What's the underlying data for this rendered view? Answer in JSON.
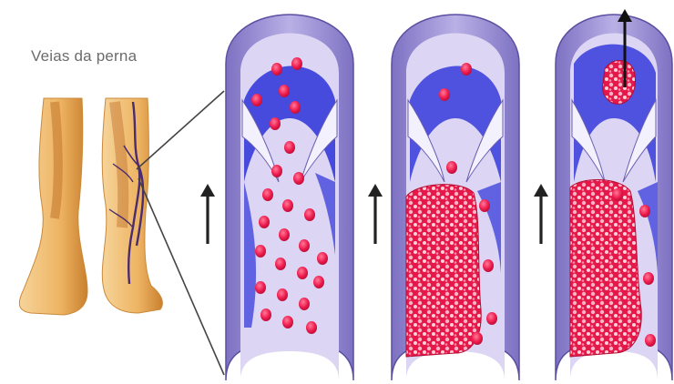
{
  "caption": "Veias da perna",
  "stages": [
    {
      "name": "normal-flow",
      "clot": "none"
    },
    {
      "name": "clot-formation",
      "clot": "partial"
    },
    {
      "name": "clot-embolus",
      "clot": "partial-with-embolus"
    }
  ],
  "colors": {
    "vein_wall": "#9a8fd0",
    "vein_wall_dark": "#6a5fb0",
    "lumen": "#d9d2f2",
    "blood_flow": "#2a2fd6",
    "red_cell": "#e8184a",
    "red_cell_light": "#ff8aa6",
    "skin": "#f0c27a",
    "skin_shadow": "#c47a2a",
    "vein_line": "#4a2a6a",
    "arrow": "#222222"
  }
}
